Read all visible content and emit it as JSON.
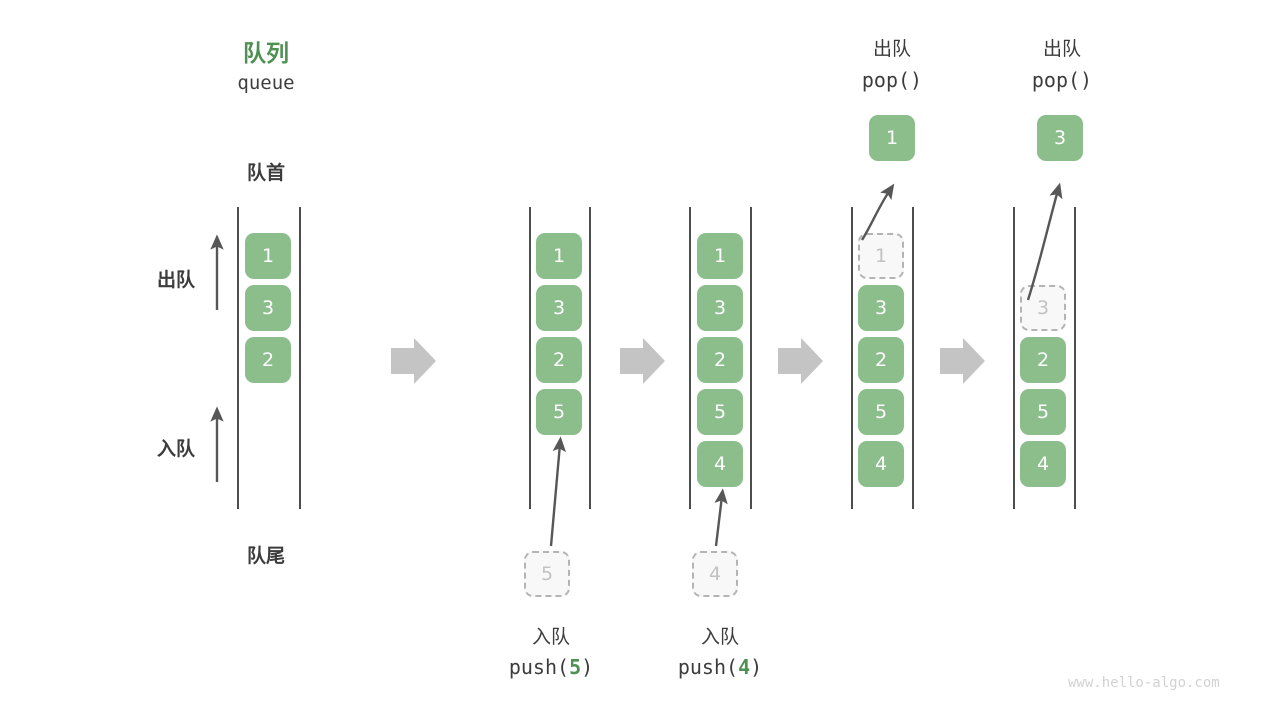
{
  "watermark": "www.hello-algo.com",
  "header": {
    "title_cn": "队列",
    "title_en": "queue"
  },
  "annotations": {
    "front_label": "队首",
    "rear_label": "队尾",
    "dequeue_label": "出队",
    "enqueue_label": "入队"
  },
  "step_arrows": [
    {
      "name": "step-arrow-1"
    },
    {
      "name": "step-arrow-2"
    },
    {
      "name": "step-arrow-3"
    },
    {
      "name": "step-arrow-4"
    }
  ],
  "columns": [
    {
      "id": "initial",
      "caption_cn": "",
      "caption_code": "",
      "cells": [
        {
          "value": "1",
          "ghost": false
        },
        {
          "value": "3",
          "ghost": false
        },
        {
          "value": "2",
          "ghost": false
        }
      ]
    },
    {
      "id": "push-5",
      "caption_cn": "入队",
      "caption_code_prefix": "push(",
      "caption_code_arg": "5",
      "caption_code_suffix": ")",
      "incoming_value": "5",
      "cells": [
        {
          "value": "1",
          "ghost": false
        },
        {
          "value": "3",
          "ghost": false
        },
        {
          "value": "2",
          "ghost": false
        },
        {
          "value": "5",
          "ghost": false
        }
      ]
    },
    {
      "id": "push-4",
      "caption_cn": "入队",
      "caption_code_prefix": "push(",
      "caption_code_arg": "4",
      "caption_code_suffix": ")",
      "incoming_value": "4",
      "cells": [
        {
          "value": "1",
          "ghost": false
        },
        {
          "value": "3",
          "ghost": false
        },
        {
          "value": "2",
          "ghost": false
        },
        {
          "value": "5",
          "ghost": false
        },
        {
          "value": "4",
          "ghost": false
        }
      ]
    },
    {
      "id": "pop-1",
      "caption_cn": "出队",
      "caption_code": "pop()",
      "popped_value": "1",
      "cells": [
        {
          "value": "1",
          "ghost": true
        },
        {
          "value": "3",
          "ghost": false
        },
        {
          "value": "2",
          "ghost": false
        },
        {
          "value": "5",
          "ghost": false
        },
        {
          "value": "4",
          "ghost": false
        }
      ]
    },
    {
      "id": "pop-3",
      "caption_cn": "出队",
      "caption_code": "pop()",
      "popped_value": "3",
      "cells": [
        {
          "value": "3",
          "ghost": true
        },
        {
          "value": "2",
          "ghost": false
        },
        {
          "value": "5",
          "ghost": false
        },
        {
          "value": "4",
          "ghost": false
        }
      ]
    }
  ],
  "colors": {
    "cell_green": "#8cbe8c",
    "title_green": "#4e9153",
    "rail_gray": "#4d4d4d",
    "arrow_gray": "#c4c4c4",
    "ghost_gray": "#b4b4b4",
    "text_dark": "#3c3c3c"
  }
}
